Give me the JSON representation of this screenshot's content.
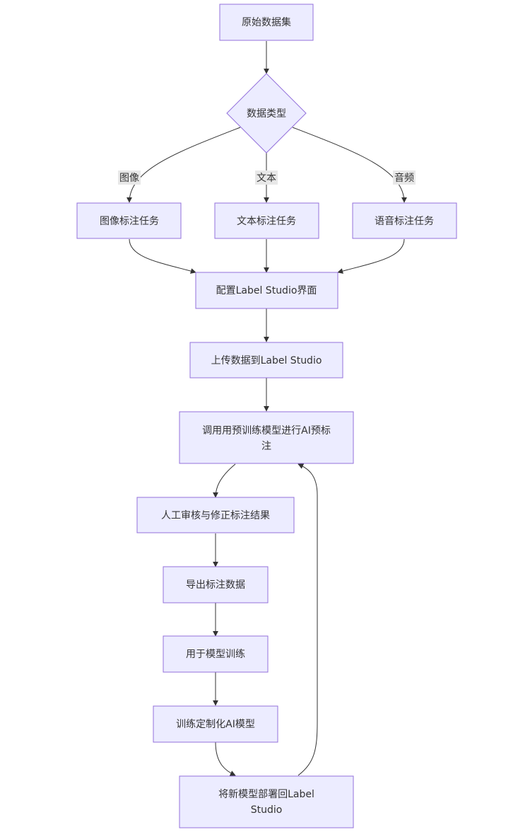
{
  "diagram": {
    "nodes": {
      "raw_dataset": "原始数据集",
      "data_type": "数据类型",
      "image_task": "图像标注任务",
      "text_task": "文本标注任务",
      "speech_task": "语音标注任务",
      "configure_ui": "配置Label Studio界面",
      "upload_data": "上传数据到Label Studio",
      "ai_prelabel": [
        "调用用预训练模型进行AI预标",
        "注"
      ],
      "human_review": "人工审核与修正标注结果",
      "export_labels": "导出标注数据",
      "model_training": "用于模型训练",
      "train_custom": "训练定制化AI模型",
      "redeploy": [
        "将新模型部署回Label",
        "Studio"
      ]
    },
    "edge_labels": {
      "image": "图像",
      "text": "文本",
      "audio": "音频"
    },
    "colors": {
      "node_fill": "#ECECFF",
      "node_stroke": "#9370DB",
      "edge": "#333333",
      "edge_label_bg": "#e8e8e8"
    }
  }
}
